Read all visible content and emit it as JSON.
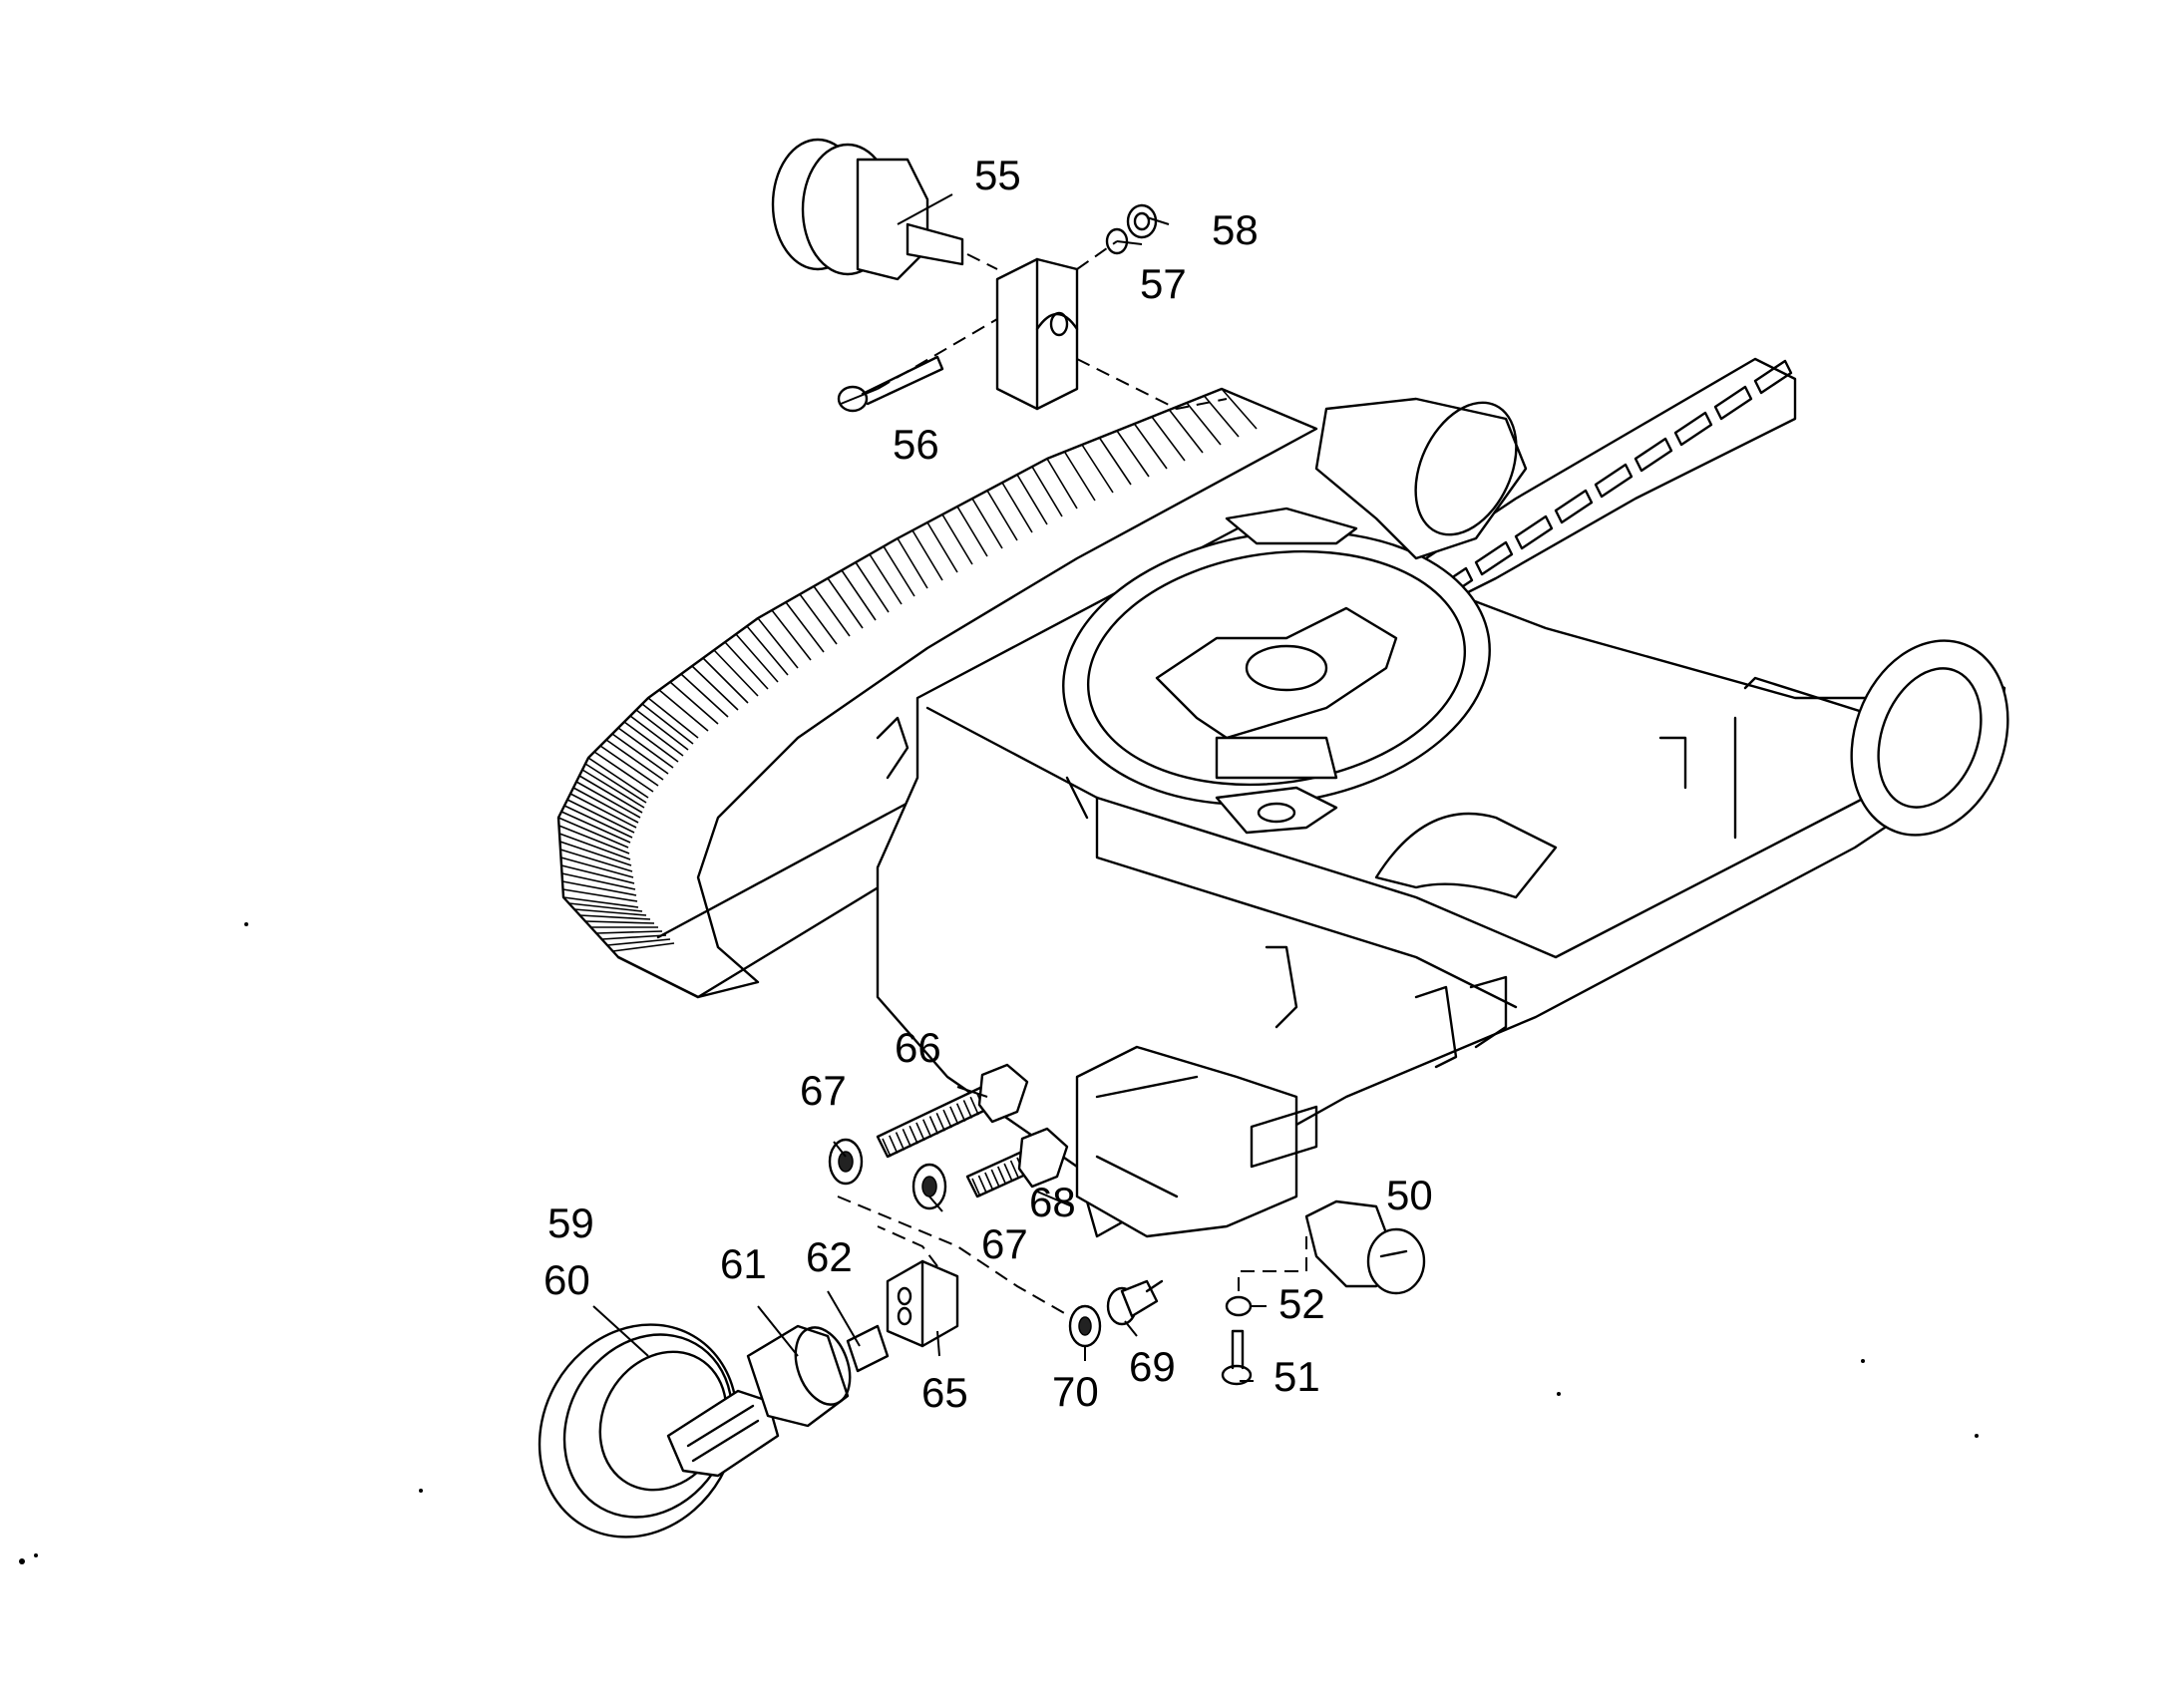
{
  "callouts": {
    "c50": "50",
    "c51": "51",
    "c52": "52",
    "c55": "55",
    "c56": "56",
    "c57": "57",
    "c58": "58",
    "c59": "59",
    "c60": "60",
    "c61": "61",
    "c62": "62",
    "c65": "65",
    "c66": "66",
    "c67a": "67",
    "c67b": "67",
    "c68": "68",
    "c69": "69",
    "c70": "70"
  }
}
